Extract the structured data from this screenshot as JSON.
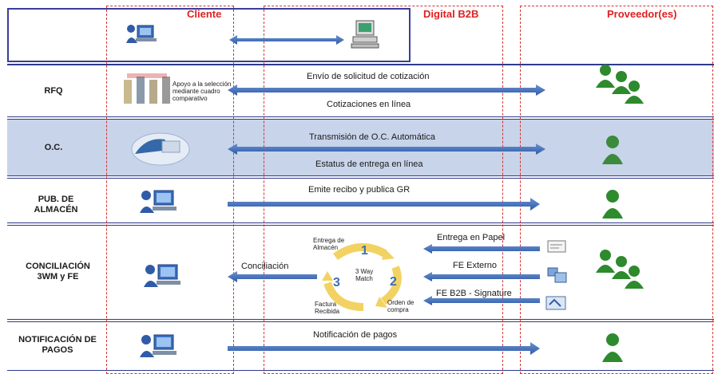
{
  "columns": {
    "cliente": "Cliente",
    "digital_b2b": "Digital B2B",
    "proveedores": "Proveedor(es)"
  },
  "rows": {
    "rfq": {
      "label": "RFQ",
      "apoyo": "Apoyo a la selección mediante cuadro comparativo",
      "arrow_top": "Envío de solicitud de cotización",
      "arrow_bottom": "Cotizaciones en línea"
    },
    "oc": {
      "label": "O.C.",
      "arrow_top": "Transmisión de O.C. Automática",
      "arrow_bottom": "Estatus de entrega en línea"
    },
    "pub": {
      "label": "PUB. DE ALMACÉN",
      "arrow_top": "Emite recibo y publica GR"
    },
    "conc": {
      "label": "CONCILIACIÓN 3WM y FE",
      "conciliacion": "Conciliación",
      "entrega_papel": "Entrega en Papel",
      "fe_externo": "FE Externo",
      "fe_b2b": "FE B2B - Signature",
      "match_center": "3 Way Match",
      "step1": "1",
      "step2": "2",
      "step3": "3",
      "entrega_almacen": "Entrega de Almacén",
      "factura_recibida": "Factura Recibida",
      "orden_compra": "Orden de compra"
    },
    "notif": {
      "label": "NOTIFICACIÓN DE PAGOS",
      "arrow_top": "Notificación de pagos"
    }
  },
  "colors": {
    "column_header": "#e02020",
    "arrow": "#3f6db3",
    "row_shade": "#c8d4ea",
    "row_border": "#2f3b8a",
    "supplier_green": "#2d8a2d"
  }
}
